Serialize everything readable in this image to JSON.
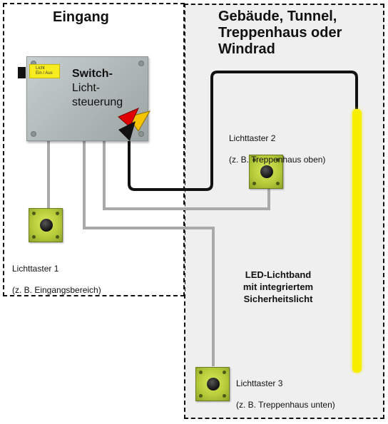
{
  "zones": {
    "entrance_title": "Eingang",
    "building_title": "Gebäude, Tunnel,\nTreppenhaus oder\nWindrad"
  },
  "controller": {
    "title_bold": "Switch-",
    "title_rest": "Licht-\nsteuerung",
    "switch_label_line1": "Licht",
    "switch_label_line2": "Ein / Aus"
  },
  "buttons": [
    {
      "name": "Lichttaster 1",
      "location": "(z. B. Eingangsbereich)"
    },
    {
      "name": "Lichttaster 2",
      "location": "(z. B. Treppenhaus oben)"
    },
    {
      "name": "Lichttaster 3",
      "location": "(z. B. Treppenhaus unten)"
    }
  ],
  "led_band": {
    "caption": "LED-Lichtband\nmit integriertem\nSicherheitslicht",
    "color": "#f7ee00"
  },
  "colors": {
    "power_cable": "#111111",
    "signal_cable": "#a9a9a9",
    "plug_red": "#e00000",
    "plug_yellow": "#f5c400",
    "plug_black": "#111111",
    "button_housing": "#b7cc3a"
  }
}
